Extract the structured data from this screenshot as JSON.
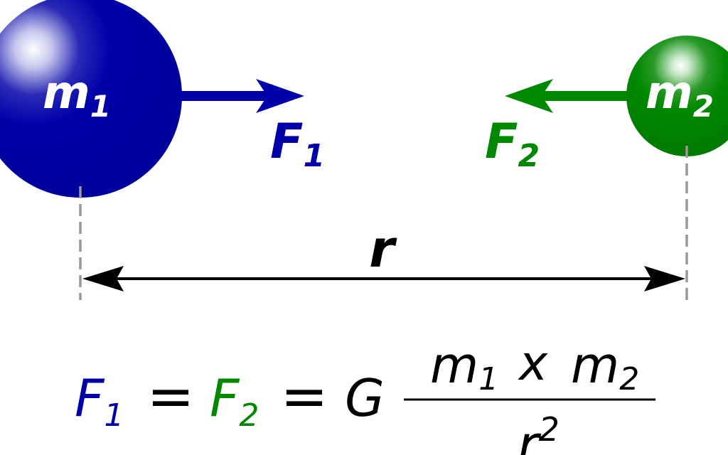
{
  "colors": {
    "mass1": "#0000aa",
    "mass2": "#008800",
    "line": "#000000",
    "dashed": "#999999",
    "text_white": "#ffffff"
  },
  "mass1": {
    "label_main": "m",
    "label_sub": "1"
  },
  "mass2": {
    "label_main": "m",
    "label_sub": "2"
  },
  "force1": {
    "label_main": "F",
    "label_sub": "1"
  },
  "force2": {
    "label_main": "F",
    "label_sub": "2"
  },
  "distance": {
    "label": "r"
  },
  "equation": {
    "f1_main": "F",
    "f1_sub": "1",
    "eq1": "=",
    "f2_main": "F",
    "f2_sub": "2",
    "eq2": "=",
    "constant": "G",
    "num_m1_main": "m",
    "num_m1_sub": "1",
    "times": "x",
    "num_m2_main": "m",
    "num_m2_sub": "2",
    "den_main": "r",
    "den_exp": "2"
  }
}
